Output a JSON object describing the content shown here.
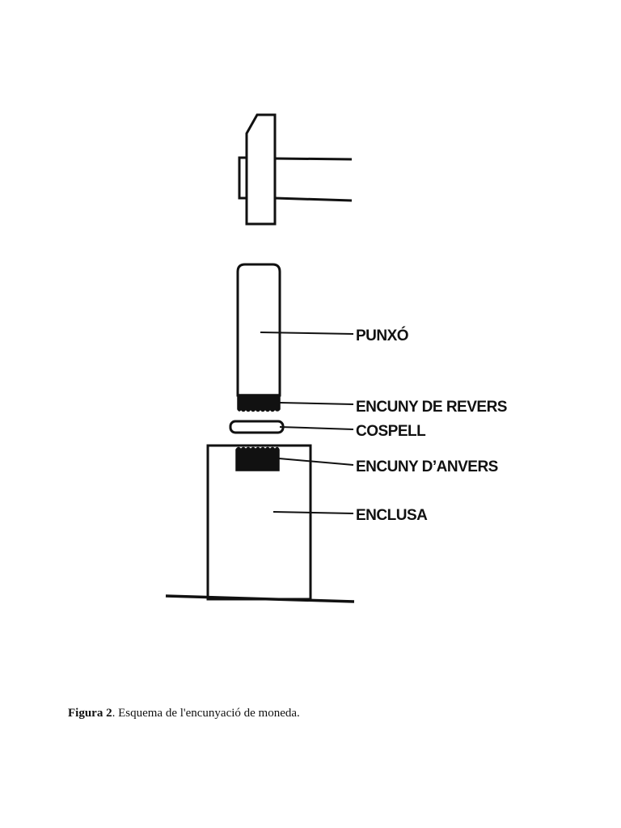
{
  "diagram": {
    "labels": {
      "punxo": "PUNXÓ",
      "encuny_revers": "ENCUNY DE REVERS",
      "cospell": "COSPELL",
      "encuny_anvers": "ENCUNY D’ANVERS",
      "enclusa": "ENCLUSA"
    },
    "line_color": "#111111",
    "fill_color": "#ffffff"
  },
  "caption": {
    "prefix": "Figura 2",
    "text": ". Esquema de l'encunyació de moneda."
  }
}
